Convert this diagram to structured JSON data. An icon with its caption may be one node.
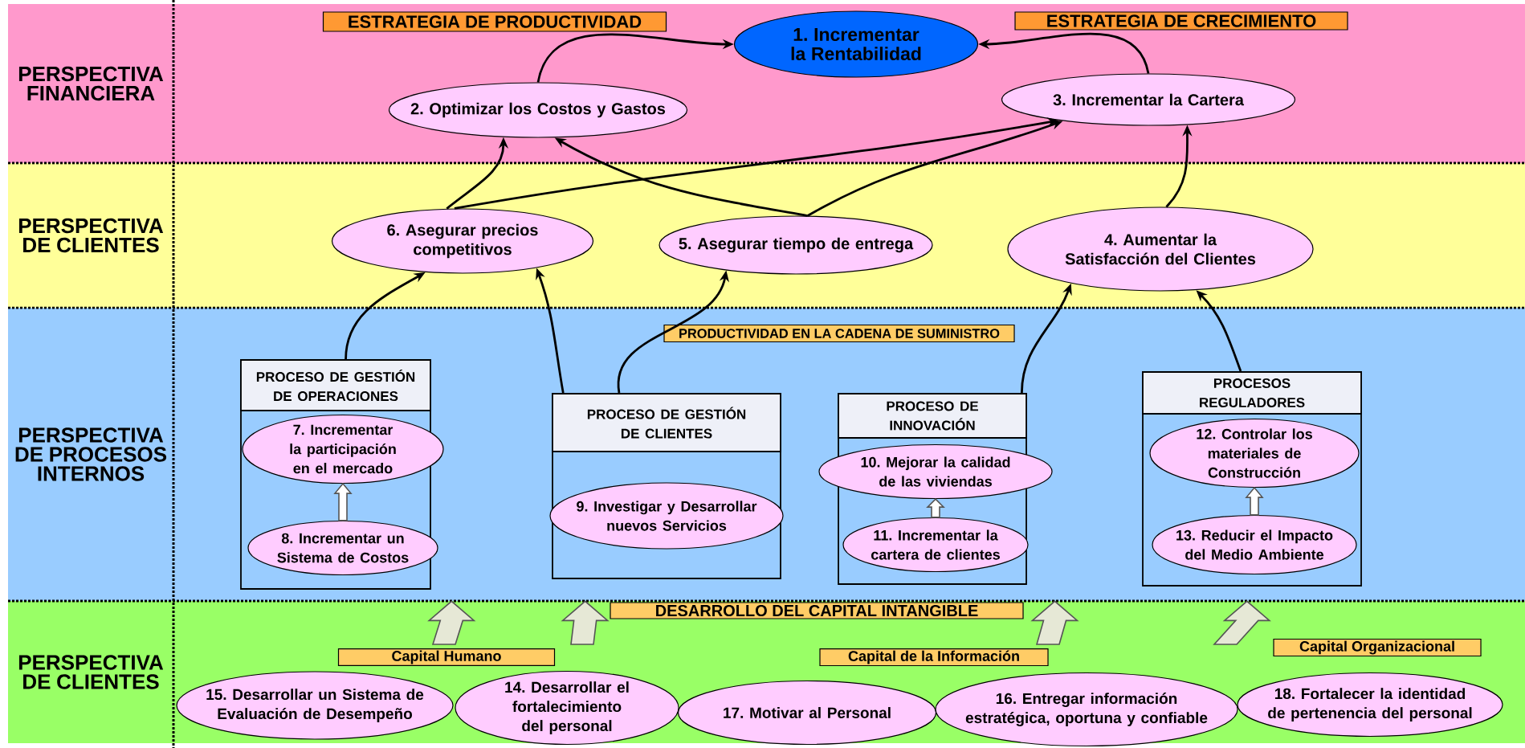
{
  "diagram": {
    "nodes": [
      {
        "text": [
          "PERSPECTIVA FINANCIERA"
        ]
      },
      {
        "text": [
          "ESTRATEGIA DE PRODUCTIVIDAD"
        ],
        "in": 0
      },
      {
        "text": [
          "1. Incrementar la Rentabilidad"
        ],
        "in": 0
      },
      {
        "text": [
          "ESTRATEGIA DE CRECIMIENTO"
        ],
        "in": 0
      },
      {
        "text": [
          "2. Optimizar los Costos y Gastos"
        ],
        "in": 0
      },
      {
        "text": [
          "3. Incrementar la Cartera"
        ],
        "in": 0
      },
      {
        "text": [
          "PERSPECTIVA DE CLIENTES"
        ]
      },
      {
        "text": [
          "6. Asegurar precios competitivos"
        ],
        "in": 6
      },
      {
        "text": [
          "5. Asegurar tiempo de entrega"
        ],
        "in": 6
      },
      {
        "text": [
          "4. Aumentar la Satisfacción del Clientes"
        ],
        "in": 6
      },
      {
        "text": [
          "PERSPECTIVA DE PROCESOS INTERNOS"
        ]
      },
      {
        "text": [
          "PRODUCTIVIDAD EN LA CADENA DE SUMINISTRO"
        ],
        "in": 10
      },
      {
        "text": [
          "PROCESO DE GESTIÓN DE OPERACIONES"
        ],
        "in": 10
      },
      {
        "text": [
          "7. Incrementar la participación en el mercado"
        ],
        "in": 12
      },
      {
        "text": [
          "8. Incrementar un Sistema de Costos"
        ],
        "in": 12
      },
      {
        "text": [
          "PROCESO DE GESTIÓN DE CLIENTES"
        ],
        "in": 10
      },
      {
        "text": [
          "9. Investigar y Desarrollar nuevos Servicios"
        ],
        "in": 15
      },
      {
        "text": [
          "PROCESO DE INNOVACIÓN"
        ],
        "in": 10
      },
      {
        "text": [
          "10. Mejorar la calidad de las viviendas"
        ],
        "in": 17
      },
      {
        "text": [
          "11. Incrementar la cartera de clientes"
        ],
        "in": 17
      },
      {
        "text": [
          "PROCESOS REGULADORES"
        ],
        "in": 10
      },
      {
        "text": [
          "12. Controlar los materiales de Construcción"
        ],
        "in": 20
      },
      {
        "text": [
          "13. Reducir el Impacto del Medio Ambiente"
        ],
        "in": 20
      },
      {
        "text": [
          "PERSPECTIVA DE CLIENTES"
        ]
      },
      {
        "text": [
          "DESARROLLO DEL CAPITAL INTANGIBLE"
        ],
        "in": 23
      },
      {
        "text": [
          "Capital Humano"
        ],
        "in": 23
      },
      {
        "text": [
          "Capital de la Información"
        ],
        "in": 23
      },
      {
        "text": [
          "Capital Organizacional"
        ],
        "in": 23
      },
      {
        "text": [
          "15. Desarrollar un Sistema de Evaluación de Desempeño"
        ],
        "in": 23
      },
      {
        "text": [
          "14. Desarrollar el fortalecimiento del personal"
        ],
        "in": 23
      },
      {
        "text": [
          "17. Motivar al Personal"
        ],
        "in": 23
      },
      {
        "text": [
          "16. Entregar información estratégica, oportuna y confiable"
        ],
        "in": 23
      },
      {
        "text": [
          "18. Fortalecer la identidad de pertenencia del personal"
        ],
        "in": 23
      }
    ],
    "edges": [
      {
        "from": 4,
        "to": 2,
        "arrow": "to"
      },
      {
        "from": 5,
        "to": 2,
        "arrow": "to"
      },
      {
        "from": 7,
        "to": 4,
        "arrow": "to"
      },
      {
        "from": 7,
        "to": 5,
        "arrow": "to"
      },
      {
        "from": 8,
        "to": 4,
        "arrow": "to"
      },
      {
        "from": 8,
        "to": 5,
        "arrow": "to"
      },
      {
        "from": 9,
        "to": 5,
        "arrow": "to"
      },
      {
        "from": 12,
        "to": 7,
        "arrow": "to"
      },
      {
        "from": 15,
        "to": 7,
        "arrow": "to"
      },
      {
        "from": 15,
        "to": 8,
        "arrow": "to"
      },
      {
        "from": 17,
        "to": 9,
        "arrow": "to"
      },
      {
        "from": 20,
        "to": 9,
        "arrow": "to"
      },
      {
        "from": 14,
        "to": 13,
        "arrow": "to",
        "style": "thick",
        "color": "#ffffff"
      },
      {
        "from": 19,
        "to": 18,
        "arrow": "to",
        "style": "thick",
        "color": "#ffffff"
      },
      {
        "from": 22,
        "to": 21,
        "arrow": "to",
        "style": "thick",
        "color": "#ffffff"
      },
      {
        "from": null,
        "to": 10,
        "arrow": "to",
        "style": "thick",
        "color": "#e6e8d6"
      },
      {
        "from": null,
        "to": 10,
        "arrow": "to",
        "style": "thick",
        "color": "#e6e8d6"
      },
      {
        "from": null,
        "to": 10,
        "arrow": "to",
        "style": "thick",
        "color": "#e6e8d6"
      },
      {
        "from": null,
        "to": 10,
        "arrow": "to",
        "style": "thick",
        "color": "#e6e8d6"
      }
    ]
  }
}
